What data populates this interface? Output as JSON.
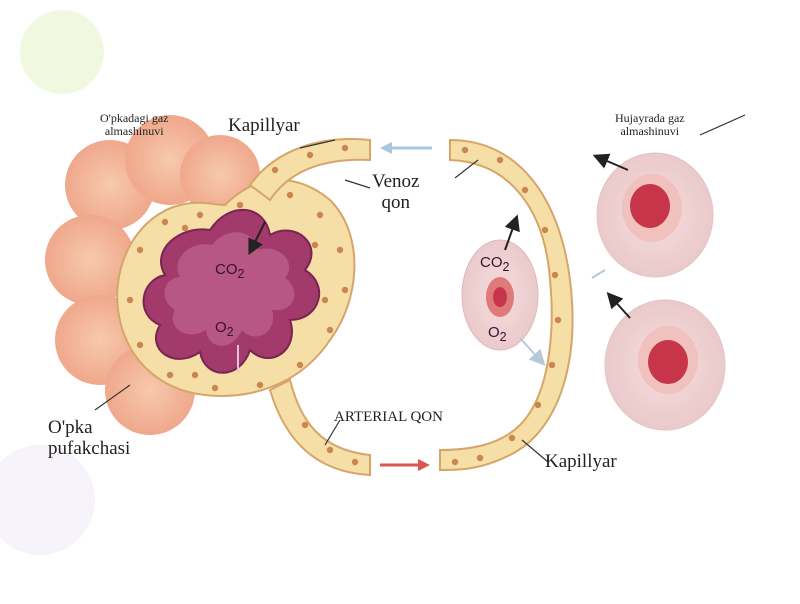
{
  "labels": {
    "lung_gas_exchange": [
      "O'pkadagi gaz",
      "almashinuvi"
    ],
    "capillary_top": "Kapillyar",
    "venous_blood": [
      "Venoz",
      "qon"
    ],
    "tissue_gas_exchange": [
      "Hujayrada gaz",
      "almashinuvi"
    ],
    "alveolus": [
      "O'pka",
      "pufakchasi"
    ],
    "arterial_blood": "ARTERIAL QON",
    "capillary_bottom": "Kapillyar"
  },
  "chemicals": {
    "co2_lung": "CO",
    "o2_lung": "O",
    "co2_tissue": "CO",
    "o2_tissue": "O",
    "subscript": "2"
  },
  "colors": {
    "alveolus_outer": "#f3b79a",
    "alveolus_inner": "#a23b6b",
    "capillary": "#f6dfa6",
    "capillary_dot": "#c9874f",
    "cell_body": "#f2d2d2",
    "cell_nucleus": "#c7354a",
    "arrow_blue": "#a9c7de",
    "arrow_red": "#d9574f"
  }
}
